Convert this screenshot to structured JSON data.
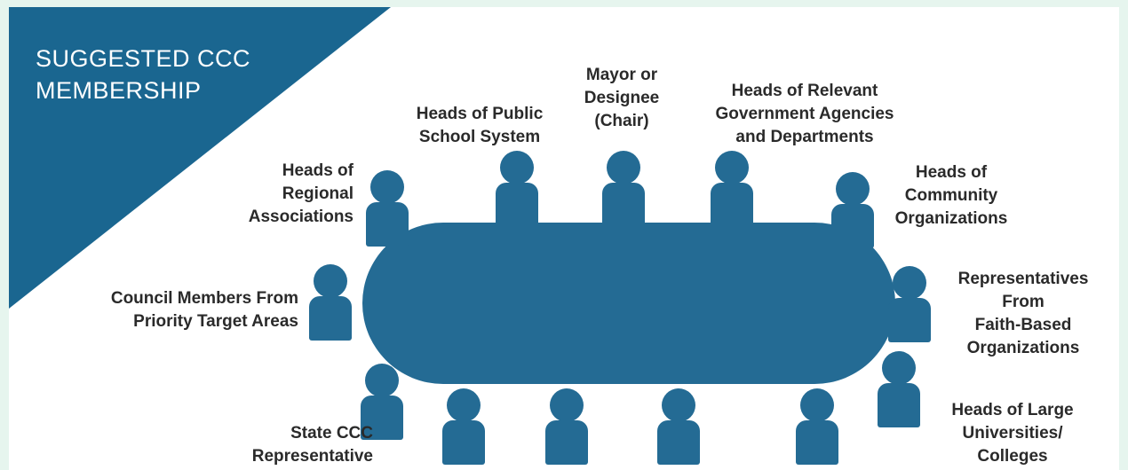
{
  "diagram": {
    "title": "SUGGESTED CCC\nMEMBERSHIP",
    "colors": {
      "primary": "#246b94",
      "background": "#e6f5ee",
      "text": "#2a2a2a"
    },
    "members": {
      "mayor": "Mayor or\nDesignee\n(Chair)",
      "public_school": "Heads of Public\nSchool System",
      "government": "Heads of Relevant\nGovernment Agencies\nand Departments",
      "regional": "Heads of\nRegional\nAssociations",
      "community": "Heads of\nCommunity\nOrganizations",
      "council": "Council Members From\nPriority Target Areas",
      "faith": "Representatives\nFrom\nFaith-Based\nOrganizations",
      "state_rep": "State CCC\nRepresentative",
      "universities": "Heads of Large\nUniversities/\nColleges"
    }
  }
}
